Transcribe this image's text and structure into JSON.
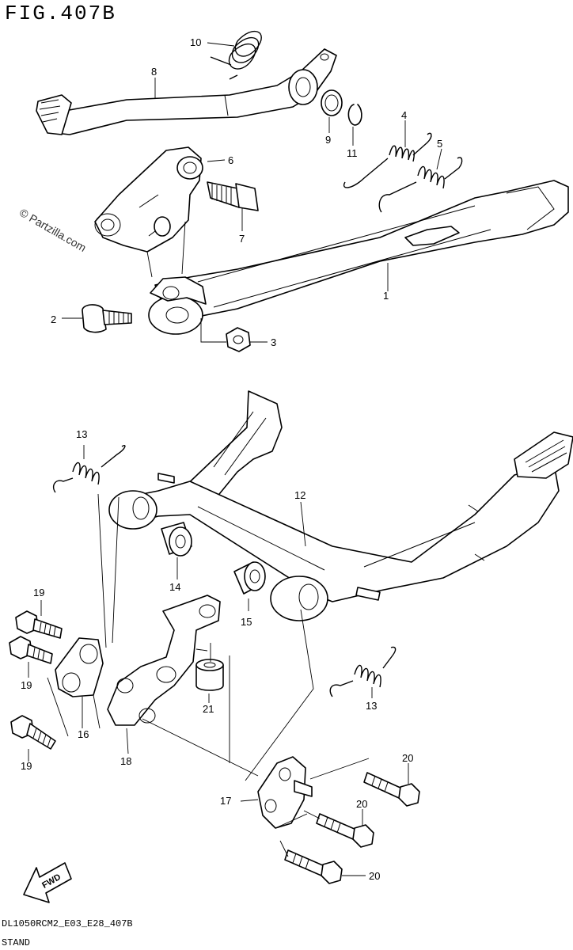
{
  "header": {
    "title": "FIG.407B"
  },
  "watermark": "© Partzilla.com",
  "footer": {
    "code": "DL1050RCM2_E03_E28_407B",
    "name": "STAND"
  },
  "fwd_label": "FWD",
  "callouts": {
    "p1": "1",
    "p2": "2",
    "p3": "3",
    "p4": "4",
    "p5": "5",
    "p6": "6",
    "p7": "7",
    "p8": "8",
    "p9": "9",
    "p10": "10",
    "p11": "11",
    "p12": "12",
    "p13a": "13",
    "p13b": "13",
    "p14": "14",
    "p15": "15",
    "p16": "16",
    "p17": "17",
    "p18": "18",
    "p19a": "19",
    "p19b": "19",
    "p19c": "19",
    "p20a": "20",
    "p20b": "20",
    "p20c": "20",
    "p21": "21"
  }
}
